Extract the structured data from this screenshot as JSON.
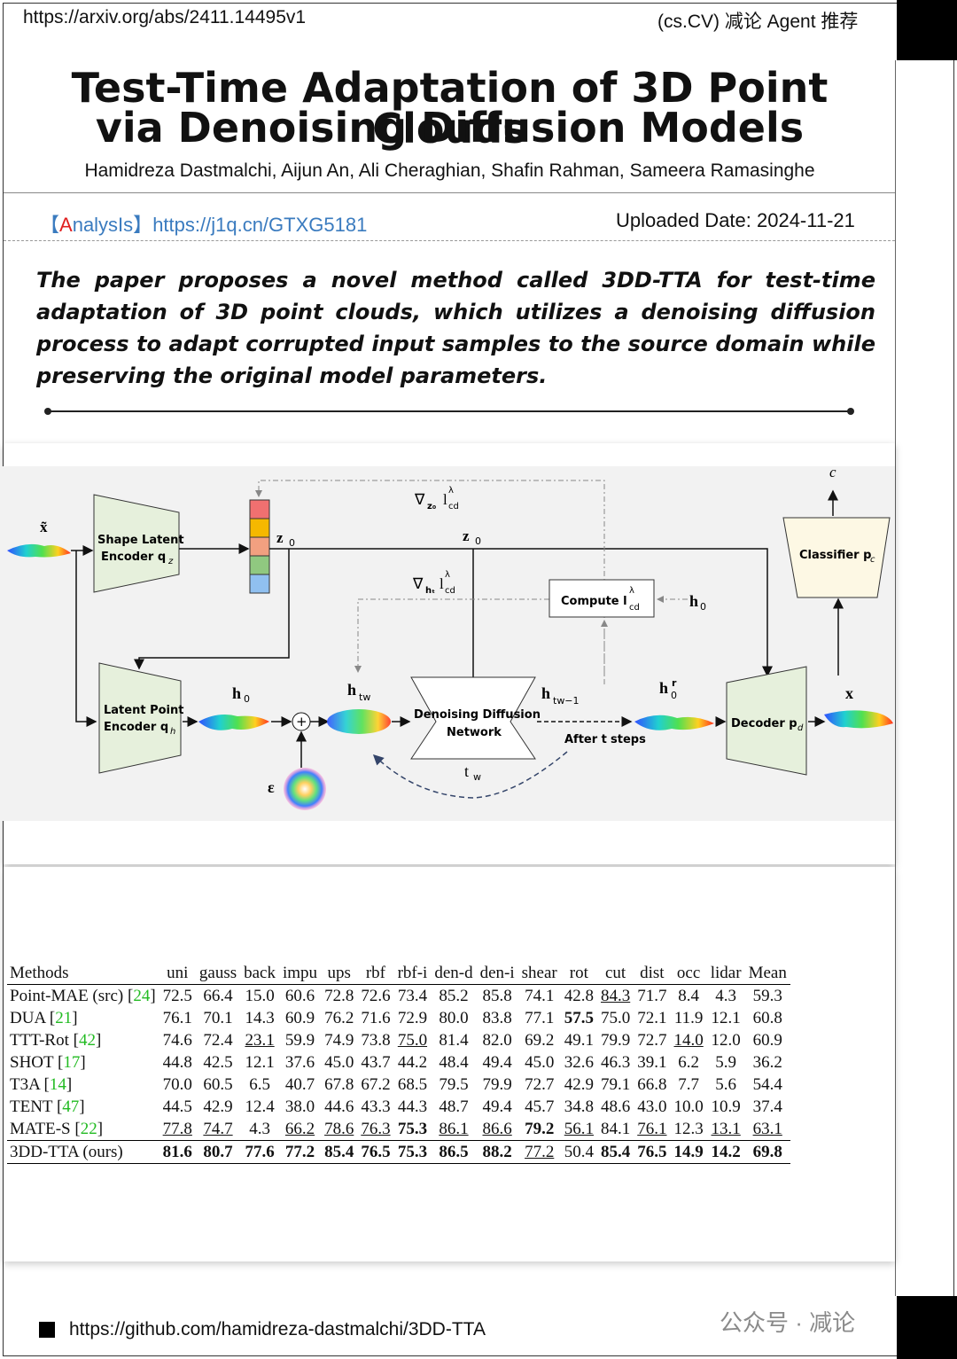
{
  "header": {
    "url": "https://arxiv.org/abs/2411.14495v1",
    "category": "(cs.CV) 减论 Agent 推荐"
  },
  "paper": {
    "title_line1": "Test-Time Adaptation of 3D Point Clouds",
    "title_line2": "via Denoising Diffusion Models",
    "authors": "Hamidreza Dastmalchi, Aijun An, Ali Cheraghian, Shafin Rahman, Sameera Ramasinghe",
    "analysis_bracket_open": "【",
    "analysis_a": "A",
    "analysis_rest": "nalysIs】",
    "analysis_link": "https://j1q.cn/GTXG5181",
    "uploaded": "Uploaded Date: 2024-11-21",
    "summary": "The paper proposes a novel method called 3DD-TTA for test-time adaptation of 3D point clouds, which utilizes a denoising diffusion process to adapt corrupted input samples to the source domain while preserving the original model parameters."
  },
  "figure": {
    "input_x": "x̃",
    "shape_encoder": [
      "Shape Latent",
      "Encoder q"
    ],
    "shape_sub": "z",
    "latent_encoder": [
      "Latent Point",
      "Encoder q"
    ],
    "latent_sub": "h",
    "z0_a": "z",
    "z0_b": "z",
    "grad_z": "∇",
    "grad_h": "∇",
    "lcd": "l",
    "compute": "Compute l",
    "h0": "h",
    "h0_right": "h",
    "htw": "h",
    "htw1": "h",
    "h0r": "h",
    "ddn": [
      "Denoising Diffusion",
      "Network"
    ],
    "after": "After t",
    "after_rest": " steps",
    "tw": "t",
    "eps": "ε",
    "decoder": "Decoder p",
    "classifier": "Classifier p",
    "c": "c",
    "x": "x"
  },
  "table": {
    "columns": [
      "Methods",
      "uni",
      "gauss",
      "back",
      "impu",
      "ups",
      "rbf",
      "rbf-i",
      "den-d",
      "den-i",
      "shear",
      "rot",
      "cut",
      "dist",
      "occ",
      "lidar",
      "Mean"
    ],
    "rows": [
      {
        "method": "Point-MAE (src) ",
        "cite": "24",
        "values": [
          "72.5",
          "66.4",
          "15.0",
          "60.6",
          "72.8",
          "72.6",
          "73.4",
          "85.2",
          "85.8",
          "74.1",
          "42.8",
          "84.3",
          "71.7",
          "8.4",
          "4.3",
          "59.3"
        ],
        "bold": [],
        "underline": [
          11
        ]
      },
      {
        "method": "DUA ",
        "cite": "21",
        "values": [
          "76.1",
          "70.1",
          "14.3",
          "60.9",
          "76.2",
          "71.6",
          "72.9",
          "80.0",
          "83.8",
          "77.1",
          "57.5",
          "75.0",
          "72.1",
          "11.9",
          "12.1",
          "60.8"
        ],
        "bold": [
          10
        ],
        "underline": []
      },
      {
        "method": "TTT-Rot ",
        "cite": "42",
        "values": [
          "74.6",
          "72.4",
          "23.1",
          "59.9",
          "74.9",
          "73.8",
          "75.0",
          "81.4",
          "82.0",
          "69.2",
          "49.1",
          "79.9",
          "72.7",
          "14.0",
          "12.0",
          "60.9"
        ],
        "bold": [],
        "underline": [
          2,
          6,
          13
        ]
      },
      {
        "method": "SHOT ",
        "cite": "17",
        "values": [
          "44.8",
          "42.5",
          "12.1",
          "37.6",
          "45.0",
          "43.7",
          "44.2",
          "48.4",
          "49.4",
          "45.0",
          "32.6",
          "46.3",
          "39.1",
          "6.2",
          "5.9",
          "36.2"
        ],
        "bold": [],
        "underline": []
      },
      {
        "method": "T3A ",
        "cite": "14",
        "values": [
          "70.0",
          "60.5",
          "6.5",
          "40.7",
          "67.8",
          "67.2",
          "68.5",
          "79.5",
          "79.9",
          "72.7",
          "42.9",
          "79.1",
          "66.8",
          "7.7",
          "5.6",
          "54.4"
        ],
        "bold": [],
        "underline": []
      },
      {
        "method": "TENT ",
        "cite": "47",
        "values": [
          "44.5",
          "42.9",
          "12.4",
          "38.0",
          "44.6",
          "43.3",
          "44.3",
          "48.7",
          "49.4",
          "45.7",
          "34.8",
          "48.6",
          "43.0",
          "10.0",
          "10.9",
          "37.4"
        ],
        "bold": [],
        "underline": []
      },
      {
        "method": "MATE-S ",
        "cite": "22",
        "values": [
          "77.8",
          "74.7",
          "4.3",
          "66.2",
          "78.6",
          "76.3",
          "75.3",
          "86.1",
          "86.6",
          "79.2",
          "56.1",
          "84.1",
          "76.1",
          "12.3",
          "13.1",
          "63.1"
        ],
        "bold": [
          6,
          9
        ],
        "underline": [
          0,
          1,
          3,
          4,
          5,
          7,
          8,
          10,
          12,
          14,
          15
        ]
      },
      {
        "method": "3DD-TTA (ours)",
        "cite": "",
        "values": [
          "81.6",
          "80.7",
          "77.6",
          "77.2",
          "85.4",
          "76.5",
          "75.3",
          "86.5",
          "88.2",
          "77.2",
          "50.4",
          "85.4",
          "76.5",
          "14.9",
          "14.2",
          "69.8"
        ],
        "bold": [
          0,
          1,
          2,
          3,
          4,
          5,
          6,
          7,
          8,
          11,
          12,
          13,
          14,
          15
        ],
        "underline": [
          9
        ]
      }
    ]
  },
  "footer": {
    "github": "https://github.com/hamidreza-dastmalchi/3DD-TTA",
    "watermark": "公众号 · 减论"
  }
}
